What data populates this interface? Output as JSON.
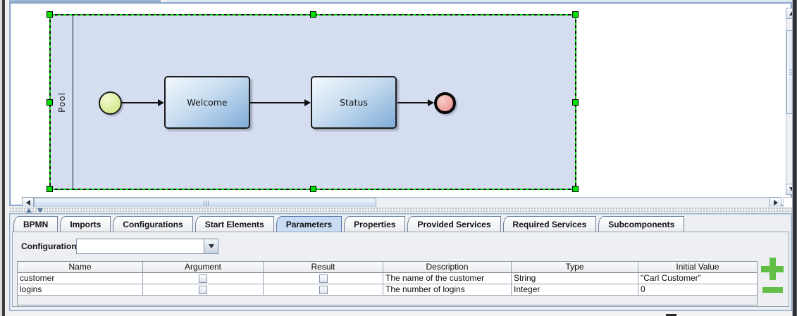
{
  "diagram": {
    "pool_label": "Pool",
    "tasks": [
      "Welcome",
      "Status"
    ],
    "events": {
      "start": "start-event",
      "end": "end-event"
    }
  },
  "tabs": [
    {
      "label": "BPMN",
      "selected": false
    },
    {
      "label": "Imports",
      "selected": false
    },
    {
      "label": "Configurations",
      "selected": false
    },
    {
      "label": "Start Elements",
      "selected": false
    },
    {
      "label": "Parameters",
      "selected": true
    },
    {
      "label": "Properties",
      "selected": false
    },
    {
      "label": "Provided Services",
      "selected": false
    },
    {
      "label": "Required Services",
      "selected": false
    },
    {
      "label": "Subcomponents",
      "selected": false
    }
  ],
  "configuration": {
    "label": "Configuration",
    "value": ""
  },
  "parameters_table": {
    "columns": [
      "Name",
      "Argument",
      "Result",
      "Description",
      "Type",
      "Initial Value"
    ],
    "rows": [
      {
        "name": "customer",
        "argument_checked": false,
        "result_checked": false,
        "description": "The name of the customer",
        "type": "String",
        "initial_value": "\"Carl Customer\""
      },
      {
        "name": "logins",
        "argument_checked": false,
        "result_checked": false,
        "description": "The number of logins",
        "type": "Integer",
        "initial_value": "0"
      }
    ]
  },
  "actions": {
    "add_parameter": "add",
    "remove_parameter": "remove"
  },
  "icons": {
    "dropdown_arrow": "down-triangle",
    "scroll_arrows": "triangles",
    "plus": "green-plus",
    "minus": "green-minus"
  },
  "colors": {
    "selection_green": "#00D300",
    "handle_green": "#00E000",
    "pool_fill": "#D5DEF1",
    "task_gradient_start": "#F3F8FD",
    "task_gradient_end": "#7FACD8",
    "start_event_fill": "#D3EA8E",
    "end_event_fill": "#EE9B96",
    "selected_tab": "#C8DCF4",
    "accent_green": "#63BE47",
    "frame_blue": "#8FA8C8"
  }
}
